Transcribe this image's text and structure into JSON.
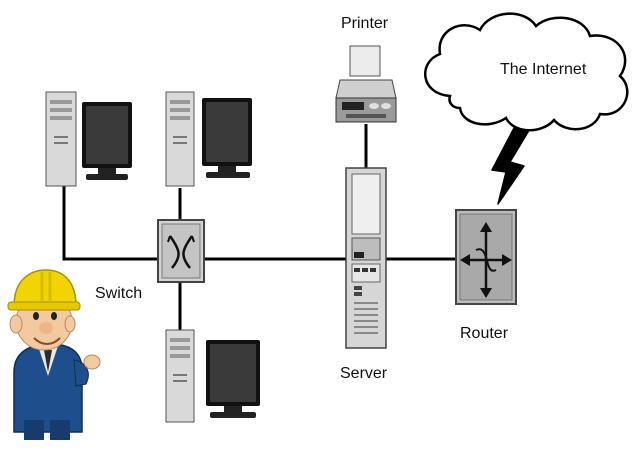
{
  "labels": {
    "printer": "Printer",
    "internet": "The Internet",
    "switch": "Switch",
    "router": "Router",
    "server": "Server"
  },
  "colors": {
    "link": "#000000",
    "device_fill": "#d9d9d9",
    "device_dark": "#7a7a7a",
    "screen": "#3a3a3a",
    "helmet": "#f2d400",
    "uniform": "#1e4f8c",
    "skin": "#f3c9a0"
  },
  "icons": {
    "workstation": "workstation-icon",
    "switch": "switch-icon",
    "router": "router-icon",
    "server": "server-icon",
    "printer": "printer-icon",
    "cloud": "cloud-icon",
    "lightning": "lightning-link-icon",
    "worker": "technician-icon"
  }
}
